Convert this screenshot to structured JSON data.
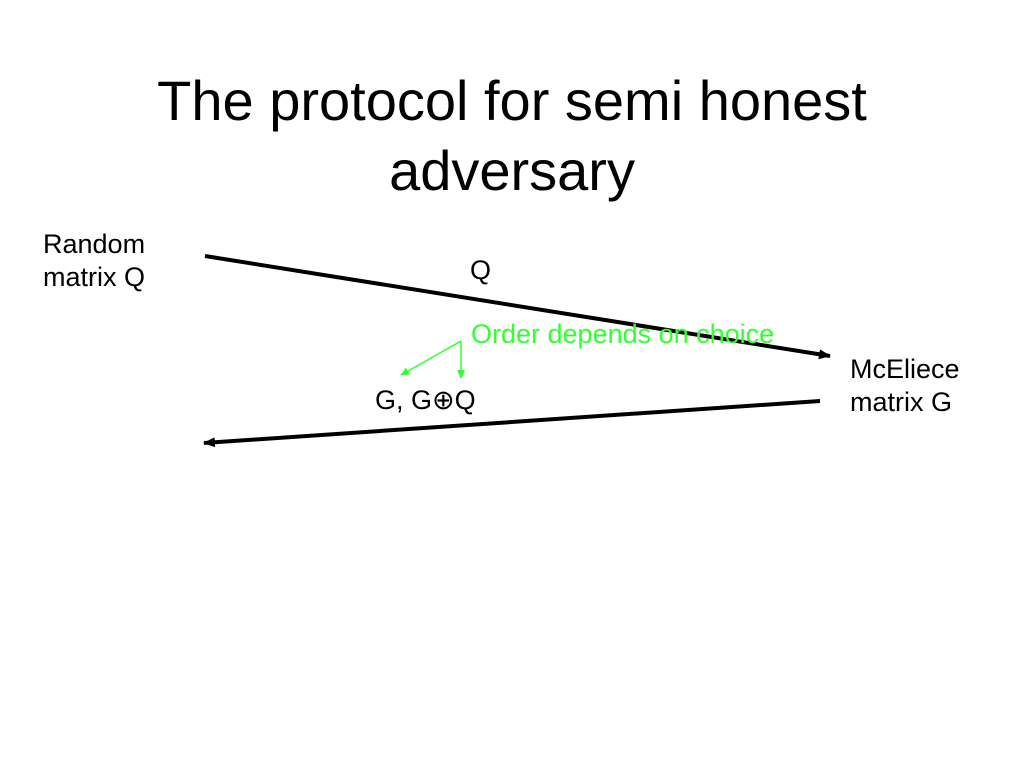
{
  "title": {
    "line1": "The protocol for semi honest",
    "line2": "adversary"
  },
  "left_party": {
    "line1": "Random",
    "line2": "matrix Q"
  },
  "right_party": {
    "line1": "McEliece",
    "line2": "matrix G"
  },
  "message_top": "Q",
  "message_bottom": "G, G⊕Q",
  "note": "Order depends on choice",
  "colors": {
    "text": "#000000",
    "note": "#33ff33",
    "background": "#ffffff"
  }
}
